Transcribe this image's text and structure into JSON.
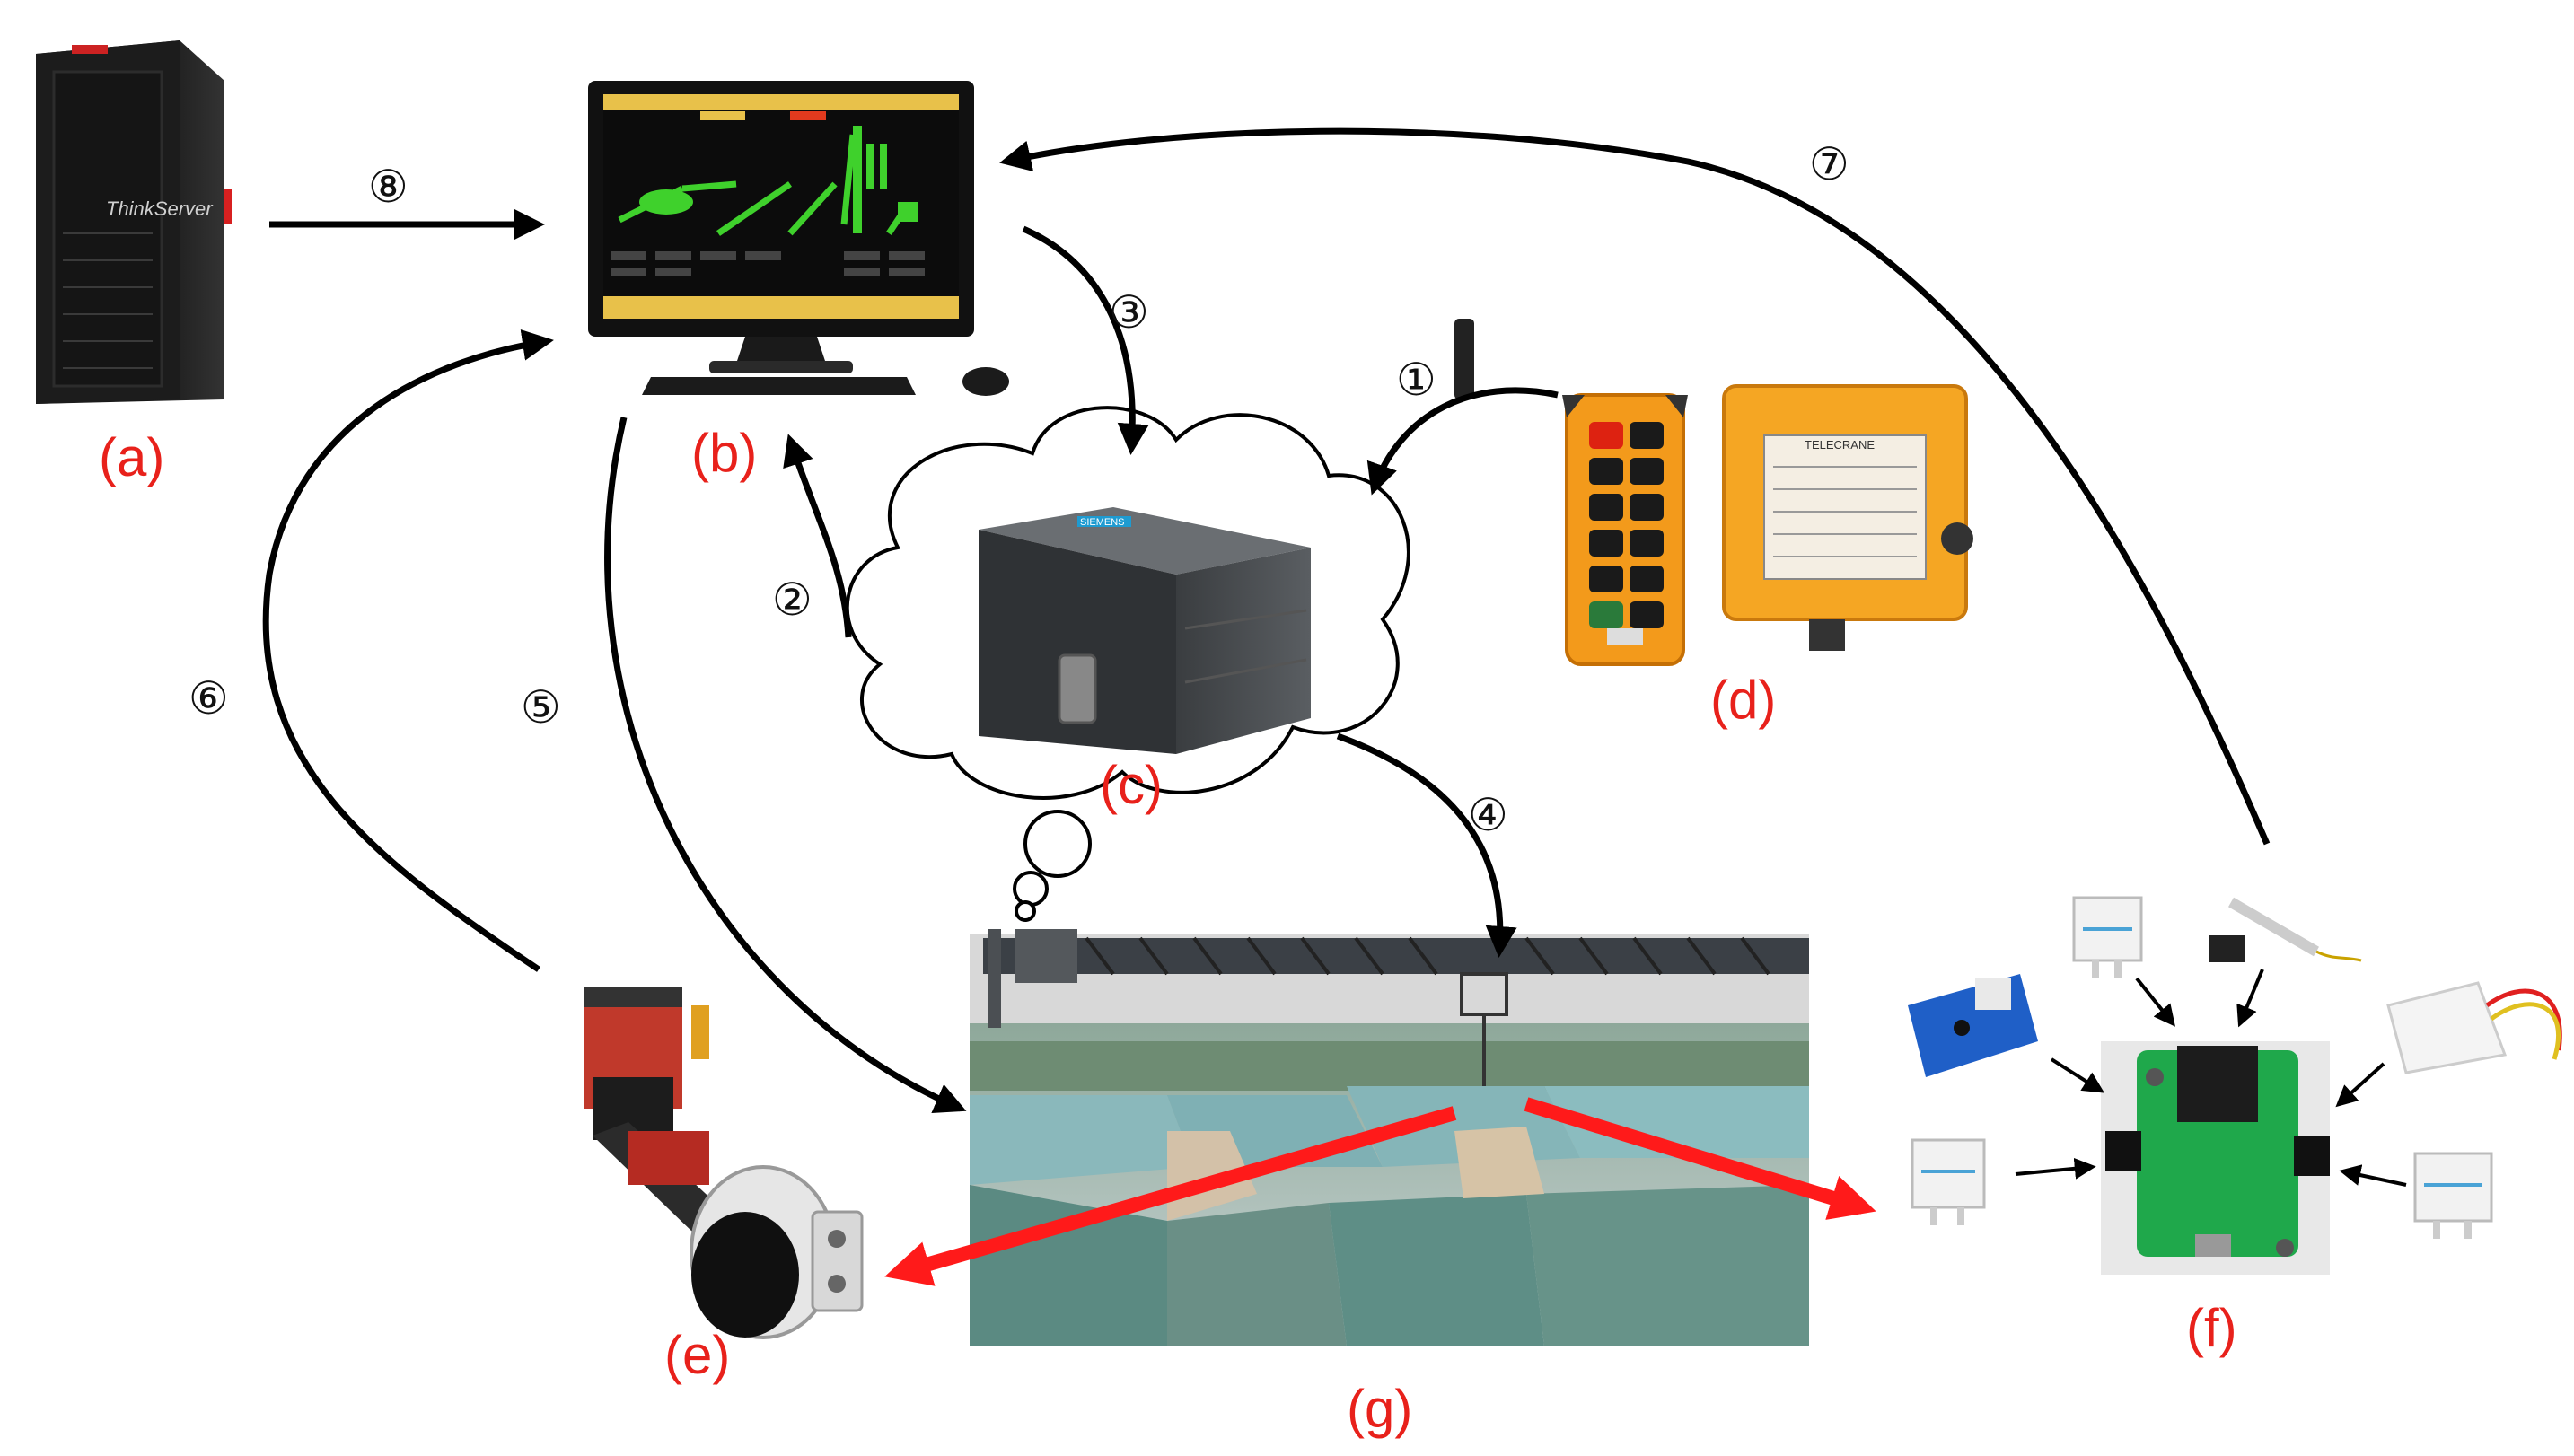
{
  "labels": {
    "a": "(a)",
    "b": "(b)",
    "c": "(c)",
    "d": "(d)",
    "e": "(e)",
    "f": "(f)",
    "g": "(g)"
  },
  "steps": {
    "s1": "①",
    "s2": "②",
    "s3": "③",
    "s4": "④",
    "s5": "⑤",
    "s6": "⑥",
    "s7": "⑦",
    "s8": "⑧"
  },
  "device_text": {
    "server_brand": "ThinkServer",
    "plc_brand": "SIEMENS",
    "receiver_brand": "TELECRANE"
  },
  "colors": {
    "label_red": "#e8211b",
    "arrow_black": "#000000",
    "highlight_red": "#ff1a1a",
    "remote_orange": "#f39a1b",
    "scada_green": "#3fd12c"
  }
}
